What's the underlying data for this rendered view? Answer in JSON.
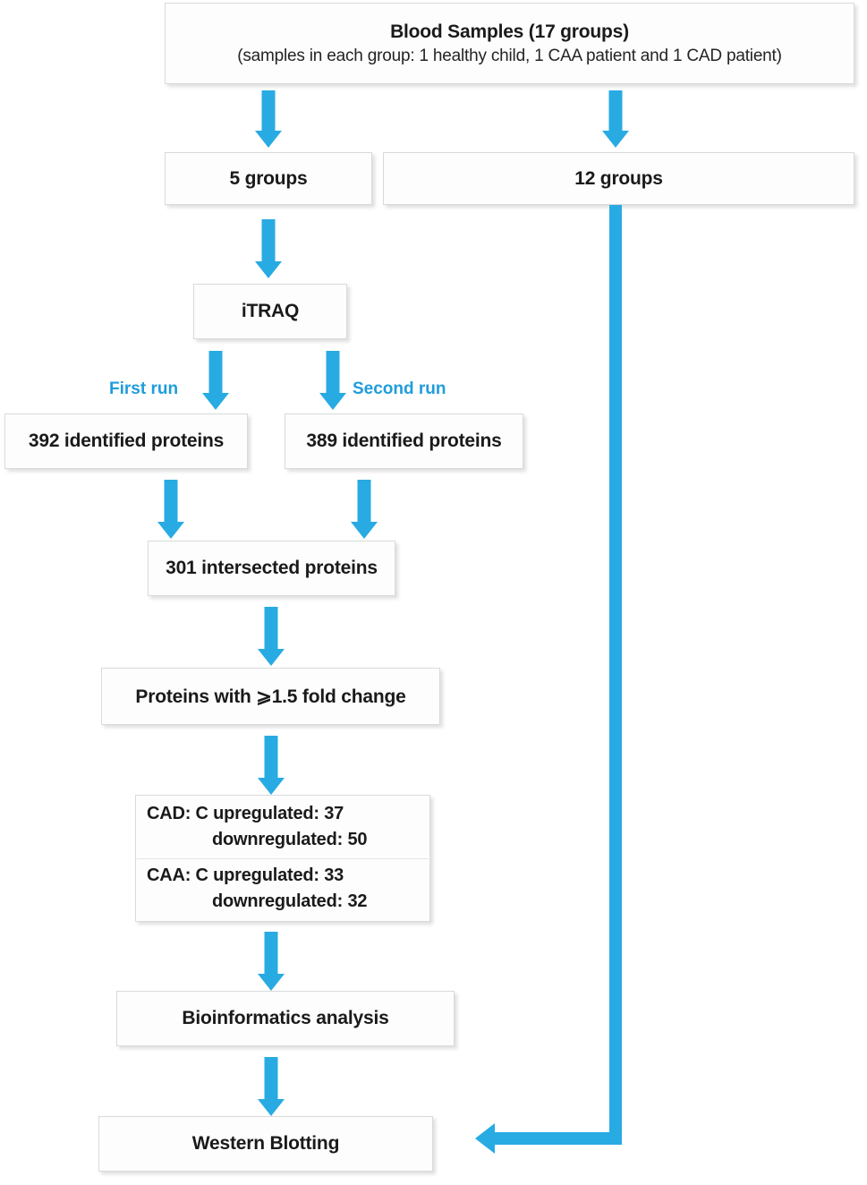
{
  "diagram": {
    "title": "Proteomics study workflow",
    "accent_color": "#28ABE3",
    "box_bg": "#fdfdfd",
    "box_border": "#d8dadb",
    "text_color": "#1a1a1a"
  },
  "nodes": {
    "blood_samples": {
      "title": "Blood Samples  (17 groups)",
      "subtitle": "(samples in each group: 1 healthy child, 1 CAA patient and 1 CAD patient)"
    },
    "five_groups": {
      "label": "5 groups"
    },
    "twelve_groups": {
      "label": "12 groups"
    },
    "itraq": {
      "label": "iTRAQ"
    },
    "proteins_first": {
      "label": "392 identified proteins"
    },
    "proteins_second": {
      "label": "389 identified proteins"
    },
    "intersected": {
      "label": "301 intersected proteins"
    },
    "fold_change": {
      "label": "Proteins with ⩾1.5 fold change"
    },
    "regulation": {
      "cad_line1": "CAD: C  upregulated: 37",
      "cad_line2": "downregulated: 50",
      "caa_line1": "CAA: C upregulated: 33",
      "caa_line2": "downregulated: 32"
    },
    "bioinformatics": {
      "label": "Bioinformatics analysis"
    },
    "western_blot": {
      "label": "Western Blotting"
    }
  },
  "edge_labels": {
    "first_run": "First run",
    "second_run": "Second run"
  }
}
